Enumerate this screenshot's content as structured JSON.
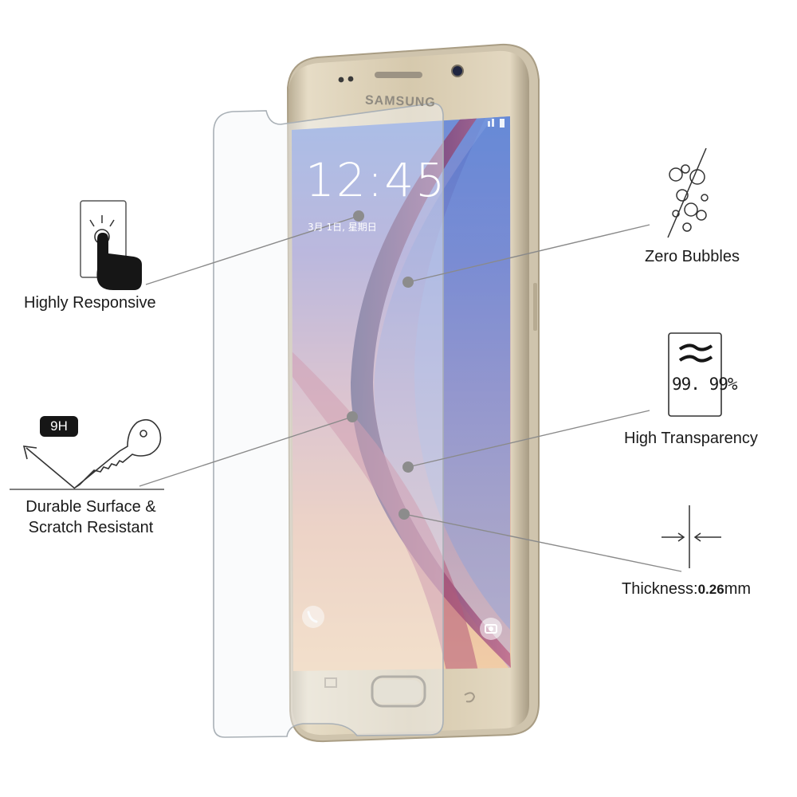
{
  "phone": {
    "brand": "SAMSUNG",
    "clock": "12:45",
    "date": "3月 1日, 星期日"
  },
  "features": {
    "responsive": {
      "label": "Highly Responsive",
      "icon": "touch-finger-icon"
    },
    "durable": {
      "badge": "9H",
      "line1": "Durable Surface &",
      "line2": "Scratch Resistant",
      "icon": "key-scratch-icon"
    },
    "bubbles": {
      "label": "Zero Bubbles",
      "icon": "bubbles-icon"
    },
    "transparency": {
      "value": "99. 99%",
      "label": "High Transparency",
      "icon": "transparency-card-icon"
    },
    "thickness": {
      "prefix": "Thickness:",
      "value": "0.26",
      "unit": "mm",
      "icon": "thickness-arrows-icon"
    }
  },
  "colors": {
    "leader_line": "#8a8a8a",
    "phone_gold": "#d8cbb0",
    "phone_frame": "#bfb29a"
  }
}
